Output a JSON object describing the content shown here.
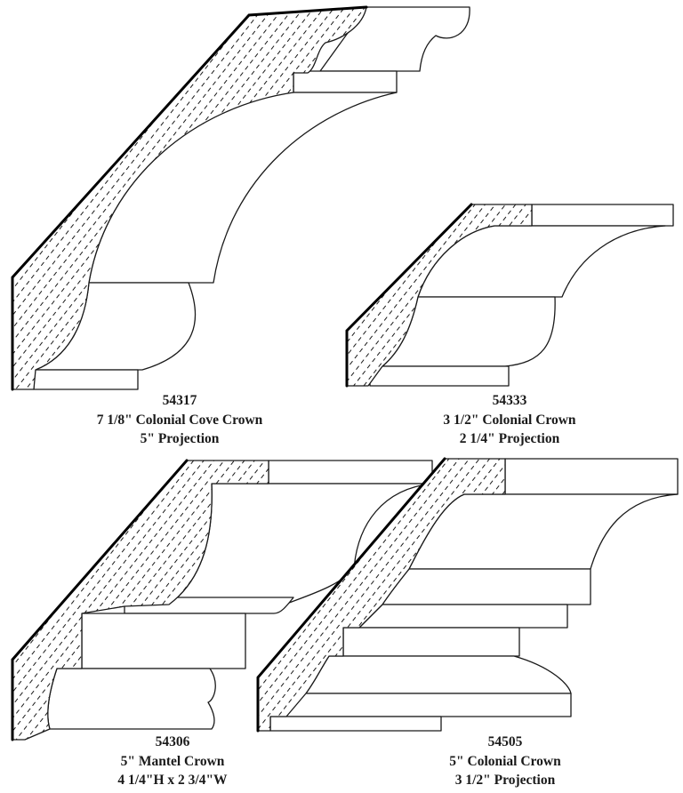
{
  "colors": {
    "line": "#1a1a1a",
    "hatch_fill": "#ffffff"
  },
  "moldings": [
    {
      "part_number": "54317",
      "description": "7 1/8\" Colonial Cove Crown",
      "spec": "5\" Projection"
    },
    {
      "part_number": "54333",
      "description": "3 1/2\" Colonial Crown",
      "spec": "2 1/4\" Projection"
    },
    {
      "part_number": "54306",
      "description": "5\" Mantel Crown",
      "spec": "4 1/4\"H x 2 3/4\"W"
    },
    {
      "part_number": "54505",
      "description": "5\" Colonial Crown",
      "spec": "3 1/2\" Projection"
    }
  ]
}
